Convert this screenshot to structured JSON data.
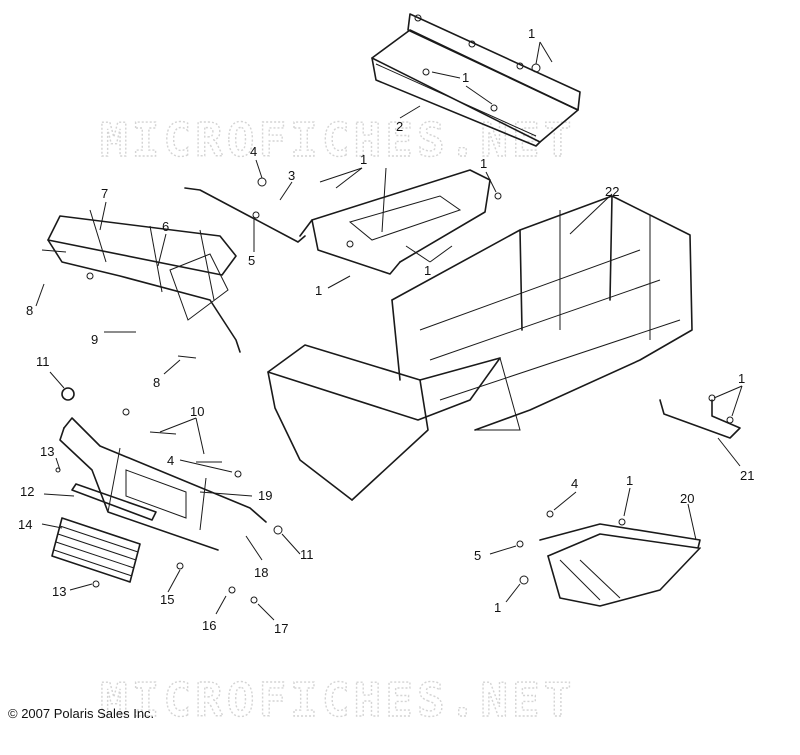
{
  "watermark": {
    "text_top": "MICROFICHES.NET",
    "text_bottom": "MICROFICHES.NET",
    "color": "#d4d4d4"
  },
  "copyright": "© 2007 Polaris Sales Inc.",
  "callouts": {
    "c1_a": "1",
    "c1_b": "1",
    "c1_c": "1",
    "c1_d": "1",
    "c1_e": "1",
    "c1_f": "1",
    "c1_g": "1",
    "c1_h": "1",
    "c2": "2",
    "c3": "3",
    "c4_a": "4",
    "c4_b": "4",
    "c4_c": "4",
    "c5_a": "5",
    "c5_b": "5",
    "c6": "6",
    "c7": "7",
    "c8_a": "8",
    "c8_b": "8",
    "c9": "9",
    "c10": "10",
    "c11_a": "11",
    "c11_b": "11",
    "c12": "12",
    "c13_a": "13",
    "c13_b": "13",
    "c14": "14",
    "c15": "15",
    "c16": "16",
    "c17": "17",
    "c18": "18",
    "c19": "19",
    "c20": "20",
    "c21": "21",
    "c22": "22"
  }
}
